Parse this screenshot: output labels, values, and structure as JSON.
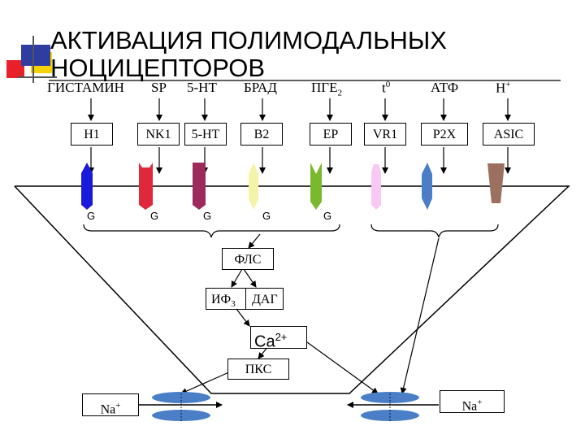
{
  "title": {
    "line1": "АКТИВАЦИЯ ПОЛИМОДАЛЬНЫХ",
    "line2": "НОЦИЦЕПТОРОВ"
  },
  "stimuli": [
    {
      "main": "ГИСТАМИН",
      "sub": "",
      "sup": ""
    },
    {
      "main": "SP",
      "sub": "",
      "sup": ""
    },
    {
      "main": "5-HT",
      "sub": "",
      "sup": ""
    },
    {
      "main": "БРАД",
      "sub": "",
      "sup": ""
    },
    {
      "main": "ПГЕ",
      "sub": "2",
      "sup": ""
    },
    {
      "main": "t",
      "sub": "",
      "sup": "0"
    },
    {
      "main": "АТФ",
      "sub": "",
      "sup": ""
    },
    {
      "main": "H",
      "sub": "",
      "sup": "+"
    }
  ],
  "receptors": [
    "H1",
    "NK1",
    "5-HT",
    "B2",
    "EP",
    "VR1",
    "P2X",
    "ASIC"
  ],
  "g_protein_label": "G",
  "cascade": {
    "plc": "ФЛС",
    "ip3": {
      "main": "ИФ",
      "sub": "3"
    },
    "dag": "ДАГ",
    "calcium": {
      "main": "Ca",
      "sup": "2+"
    },
    "pkc": "ПКС"
  },
  "ions": {
    "left": {
      "main": "Na",
      "sup": "+"
    },
    "right": {
      "main": "Na",
      "sup": "+"
    }
  },
  "colors": {
    "h1_receptor": "#1a1adc",
    "nk1_receptor": "#e0283c",
    "ht_receptor": "#9c2a5a",
    "b2_receptor": "#f4f4a8",
    "ep_receptor": "#7ab82e",
    "vr1_receptor": "#f7c8f2",
    "p2x_receptor": "#4a7fc8",
    "asic_receptor": "#9c7060",
    "ion_channel": "#4a7fc8",
    "logo_yellow": "#f5d200",
    "logo_red": "#e8202a",
    "logo_blue": "#2e3d9f"
  }
}
